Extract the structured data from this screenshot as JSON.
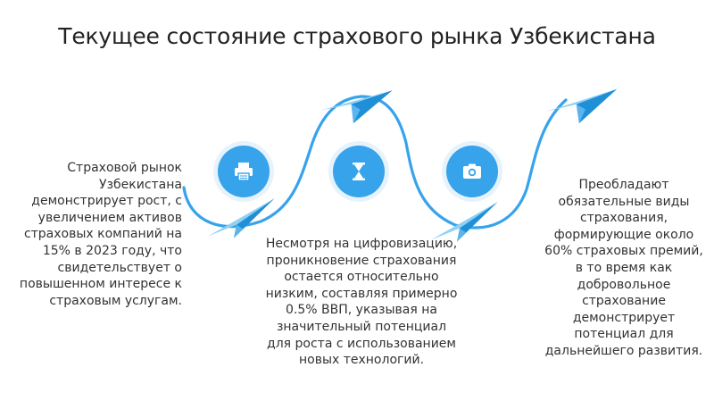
{
  "title": "Текущее состояние страхового рынка Узбекистана",
  "blocks": [
    {
      "icon": "printer-icon",
      "text": "Страховой рынок Узбекистана демонстрирует рост, с увеличением активов страховых компаний на 15% в 2023 году, что свидетельствует о повышенном интересе к страховым услугам."
    },
    {
      "icon": "hourglass-icon",
      "text": "Несмотря на цифровизацию, проникновение страхования остается относительно низким, составляя примерно 0.5% ВВП, указывая на значительный потенциал для роста с использованием новых технологий."
    },
    {
      "icon": "camera-icon",
      "text": "Преобладают обязательные виды страхования, формирующие около 60% страховых премий, в то время как добровольное страхование демонстрирует потенциал для дальнейшего развития."
    }
  ],
  "colors": {
    "accent": "#36a3eb",
    "accent_light": "#e6f3fc",
    "plane_light": "#8fd0f5",
    "plane_dark": "#1f8fd8"
  }
}
